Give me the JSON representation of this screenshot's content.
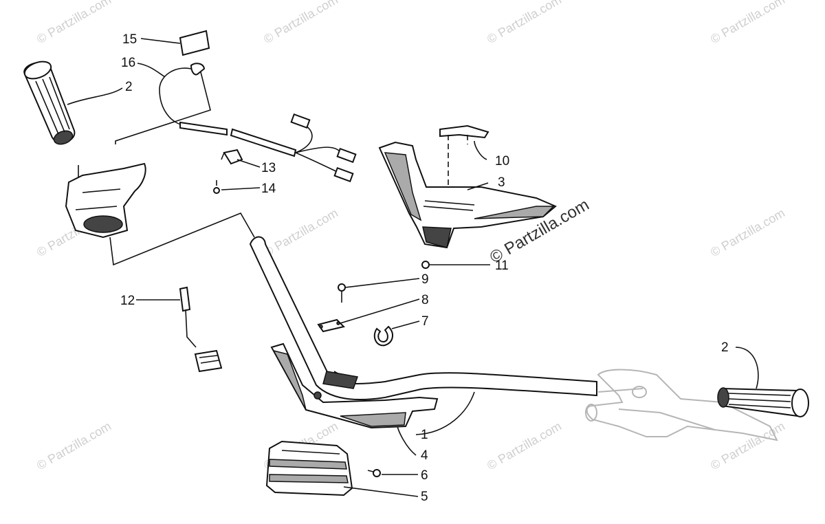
{
  "watermark": {
    "text": "© Partzilla.com",
    "center_text": "© Partzilla.com"
  },
  "callouts": [
    {
      "id": "c1",
      "label": "1"
    },
    {
      "id": "c2a",
      "label": "2"
    },
    {
      "id": "c2b",
      "label": "2"
    },
    {
      "id": "c3",
      "label": "3"
    },
    {
      "id": "c4",
      "label": "4"
    },
    {
      "id": "c5",
      "label": "5"
    },
    {
      "id": "c6",
      "label": "6"
    },
    {
      "id": "c7",
      "label": "7"
    },
    {
      "id": "c8",
      "label": "8"
    },
    {
      "id": "c9",
      "label": "9"
    },
    {
      "id": "c10",
      "label": "10"
    },
    {
      "id": "c11",
      "label": "11"
    },
    {
      "id": "c12",
      "label": "12"
    },
    {
      "id": "c13",
      "label": "13"
    },
    {
      "id": "c14",
      "label": "14"
    },
    {
      "id": "c15",
      "label": "15"
    },
    {
      "id": "c16",
      "label": "16"
    }
  ],
  "colors": {
    "ink": "#111111",
    "watermark": "#cfcfcf"
  }
}
